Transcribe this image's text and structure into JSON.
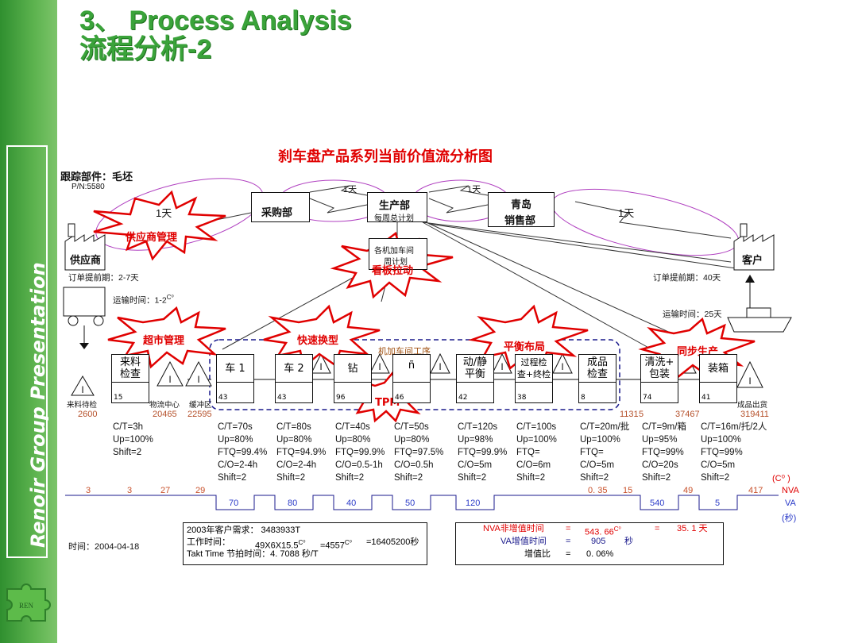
{
  "slide": {
    "title_line1": "3、 Process Analysis",
    "title_line2": "流程分析-2",
    "sidebar_text": "Renoir Group Presentation"
  },
  "vsm": {
    "diagram_title": "刹车盘产品系列当前价值流分析图",
    "tracking_part": "跟踪部件：毛坯",
    "pn": "P/N:5580",
    "purchase": "采购部",
    "production": "生产部",
    "production_sub": "每周总计划",
    "qingdao_line1": "青岛",
    "qingdao_line2": "销售部",
    "supplier": "供应商",
    "customer": "客户",
    "schedule_line1": "各机加车间",
    "schedule_line2": "周计划",
    "one_day_a": "1天",
    "one_day_b": "1天",
    "one_day_c": "1天",
    "one_day_d": "1天",
    "supplier_lead": "订单提前期：2-7天",
    "supplier_transport": "运输时间：1-2",
    "customer_lead": "订单提前期：40天",
    "customer_transport": "运输时间：25天",
    "workshop": "机加车间工序",
    "bursts": [
      "供应商管理",
      "看板拉动",
      "超市管理",
      "快速换型",
      "平衡布局",
      "同步生产",
      "TPM"
    ],
    "processes": [
      {
        "name": "来料\n检查",
        "count": "15"
      },
      {
        "name": "车 1",
        "count": "43"
      },
      {
        "name": "车 2",
        "count": "43"
      },
      {
        "name": "钻",
        "count": "96"
      },
      {
        "name": "ñ",
        "count": "46"
      },
      {
        "name": "动/静\n平衡",
        "count": "42"
      },
      {
        "name": "过程检\n查+终检",
        "count": "38"
      },
      {
        "name": "成品\n检查",
        "count": "8"
      },
      {
        "name": "清洗+\n包装",
        "count": "74"
      },
      {
        "name": "装箱",
        "count": "41"
      }
    ],
    "inventory_labels": [
      "来料待检",
      "物流中心",
      "缓冲区",
      "成品出货"
    ],
    "inventory_values": [
      "2600",
      "20465",
      "22595",
      "1131",
      "5",
      "37467",
      "319411"
    ],
    "stats": [
      [
        "C/T=3h",
        "Up=100%",
        "Shift=2"
      ],
      [
        "C/T=70s",
        "Up=80%",
        "FTQ=99.4%",
        "C/O=2-4h",
        "Shift=2"
      ],
      [
        "C/T=80s",
        "Up=80%",
        "FTQ=94.9%",
        "C/O=2-4h",
        "Shift=2"
      ],
      [
        "C/T=40s",
        "Up=80%",
        "FTQ=99.9%",
        "C/O=0.5-1h",
        "Shift=2"
      ],
      [
        "C/T=50s",
        "Up=80%",
        "FTQ=97.5%",
        "C/O=0.5h",
        "Shift=2"
      ],
      [
        "C/T=120s",
        "Up=98%",
        "FTQ=99.9%",
        "C/O=5m",
        "Shift=2"
      ],
      [
        "C/T=100s",
        "Up=100%",
        "FTQ=",
        "C/O=6m",
        "Shift=2"
      ],
      [
        "C/T=20m/批",
        "Up=100%",
        "FTQ=",
        "C/O=5m",
        "Shift=2"
      ],
      [
        "C/T=9m/箱",
        "Up=95%",
        "FTQ=99%",
        "C/O=20s",
        "Shift=2"
      ],
      [
        "C/T=16m/托/2人",
        "Up=100%",
        "FTQ=99%",
        "C/O=5m",
        "Shift=2"
      ]
    ],
    "timeline_top": [
      "3",
      "3",
      "27",
      "29",
      "0. 35",
      "15",
      "49",
      "417"
    ],
    "timeline_bottom": [
      "70",
      "80",
      "40",
      "50",
      "120",
      "540",
      "5"
    ],
    "unit_top": "(C⁰   )",
    "nva": "NVA",
    "va": "VA",
    "sec": "(秒)",
    "date": "时间：2004-04-18",
    "demand_line1": "2003年客户需求：  3483933T",
    "work_label": "工作时间：",
    "work_calc": "49X6X15.5",
    "work_eq1": "=4557",
    "work_eq2": "=16405200秒",
    "takt": "Takt Time 节拍时间：4. 7088 秒/T",
    "nva_label": "NVA非增值时间",
    "nva_eq": "=",
    "nva_value": "543. 66",
    "nva_eq2": "=",
    "nva_days": "35. 1 天",
    "va_label": "VA增值时间",
    "va_eq": "=",
    "va_value": "905",
    "va_unit": "秒",
    "ratio_label": "增值比",
    "ratio_eq": "=",
    "ratio_value": "0. 06%",
    "c_sup": "C⁰"
  },
  "colors": {
    "green": "#3aa33a",
    "red": "#e00000",
    "purple": "#b040c0",
    "navy": "#1a1a8c"
  }
}
